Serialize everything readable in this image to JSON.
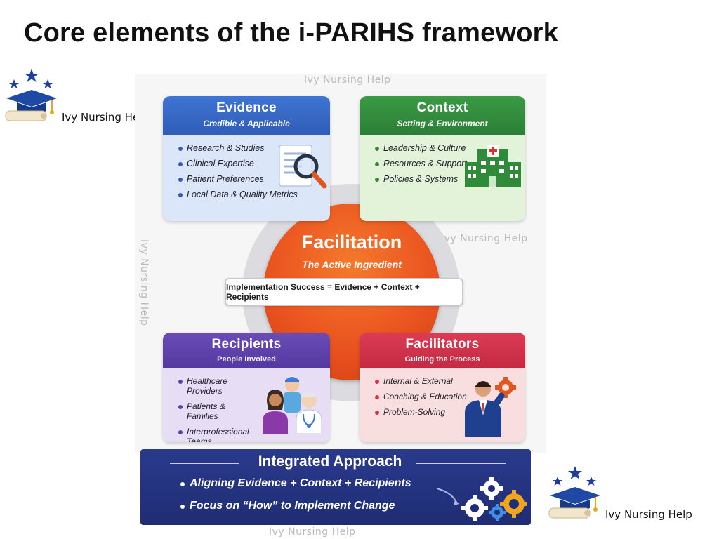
{
  "page": {
    "title": "Core elements of the i-PARIHS framework",
    "brand": "Ivy Nursing Help",
    "watermark": "Ivy Nursing Help"
  },
  "evidence": {
    "title": "Evidence",
    "subtitle": "Credible & Applicable",
    "color": "#2f63c4",
    "items": [
      "Research & Studies",
      "Clinical Expertise",
      "Patient Preferences",
      "Local Data & Quality Metrics"
    ],
    "icon": "document-magnifier-icon"
  },
  "context": {
    "title": "Context",
    "subtitle": "Setting & Environment",
    "color": "#2e8b3a",
    "items": [
      "Leadership & Culture",
      "Resources & Support",
      "Policies & Systems"
    ],
    "icon": "hospital-icon"
  },
  "facilitation": {
    "title": "Facilitation",
    "subtitle": "The Active Ingredient",
    "equation": "Implementation Success = Evidence + Context + Recipients",
    "color": "#e9541f"
  },
  "recipients": {
    "title": "Recipients",
    "subtitle": "People Involved",
    "color": "#5b3fa6",
    "items": [
      "Healthcare Providers",
      "Patients & Families",
      "Interprofessional Teams"
    ],
    "icon": "people-icon"
  },
  "facilitators": {
    "title": "Facilitators",
    "subtitle": "Guiding the Process",
    "color": "#d4304a",
    "items": [
      "Internal & External",
      "Coaching & Education",
      "Problem-Solving"
    ],
    "icon": "person-gear-icon"
  },
  "integrated": {
    "title": "Integrated Approach",
    "items": [
      "Aligning Evidence + Context + Recipients",
      "Focus on “How” to Implement Change"
    ],
    "icon": "gears-icon"
  }
}
